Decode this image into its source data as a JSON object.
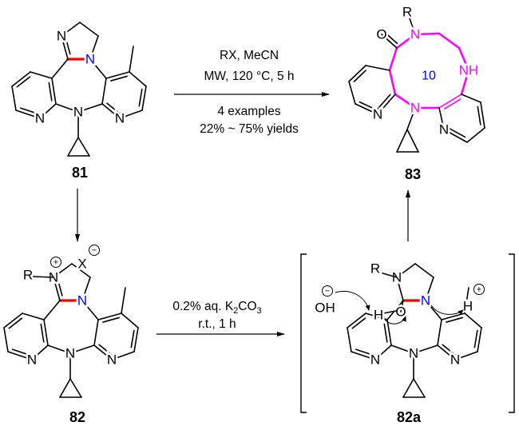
{
  "compounds": {
    "c81": "81",
    "c82": "82",
    "c82a": "82a",
    "c83": "83"
  },
  "reaction_top": {
    "above_1": "RX, MeCN",
    "above_2": "MW, 120 °C, 5 h",
    "below_1": "4 examples",
    "below_2": "22% ~ 75% yields"
  },
  "reaction_bottom": {
    "above_1_main": "0.2% aq. K",
    "above_1_sub": "2",
    "above_1_tail": "CO",
    "above_1_sub2": "3",
    "above_2": "r.t., 1 h"
  },
  "atoms": {
    "N": "N",
    "O": "O",
    "R": "R",
    "X": "X",
    "H": "H",
    "NH": "NH",
    "OH": "OH",
    "plus": "+",
    "minus": "−"
  },
  "ring_size_label": "10",
  "colors": {
    "new_ring": "#ff00ff",
    "cleaved_bond": "#ff0000",
    "ring_size": "#0000ff",
    "bridge_n": "#0000ff"
  }
}
